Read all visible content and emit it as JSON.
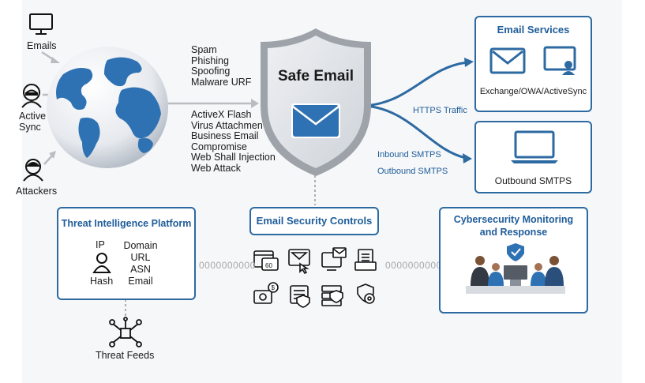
{
  "left_actors": {
    "emails": "Emails",
    "active_sync": "Active\nSync",
    "attackers": "Attackers"
  },
  "threats_top": [
    "Spam",
    "Phishing",
    "Spoofing",
    "Malware URF"
  ],
  "threats_bottom": [
    "ActiveX Flash",
    "Virus Attachmen",
    "Business Email",
    "Compromise",
    "Web Shall Injection",
    "Web Attack"
  ],
  "shield_title": "Safe Email",
  "flows": {
    "https": "HTTPS Traffic",
    "inbound": "Inbound SMTPS",
    "outbound": "Outbound SMTPS"
  },
  "email_services": {
    "title": "Email Services",
    "caption": "Exchange/OWA/ActiveSync"
  },
  "outbound_box": {
    "caption": "Outbound SMTPS"
  },
  "threat_intel": {
    "title": "Threat Intelligence Platform",
    "ip": "IP",
    "hash": "Hash",
    "list": [
      "Domain",
      "URL",
      "ASN",
      "Email"
    ]
  },
  "email_controls": {
    "title": "Email Security Controls"
  },
  "monitoring": {
    "title": "Cybersecurity Monitoring\nand Response"
  },
  "connector_text": "0000000000",
  "threat_feeds": "Threat Feeds",
  "colors": {
    "accent": "#2d6aa2",
    "dark_blue": "#1f5d99",
    "gray": "#b9bcc0"
  }
}
